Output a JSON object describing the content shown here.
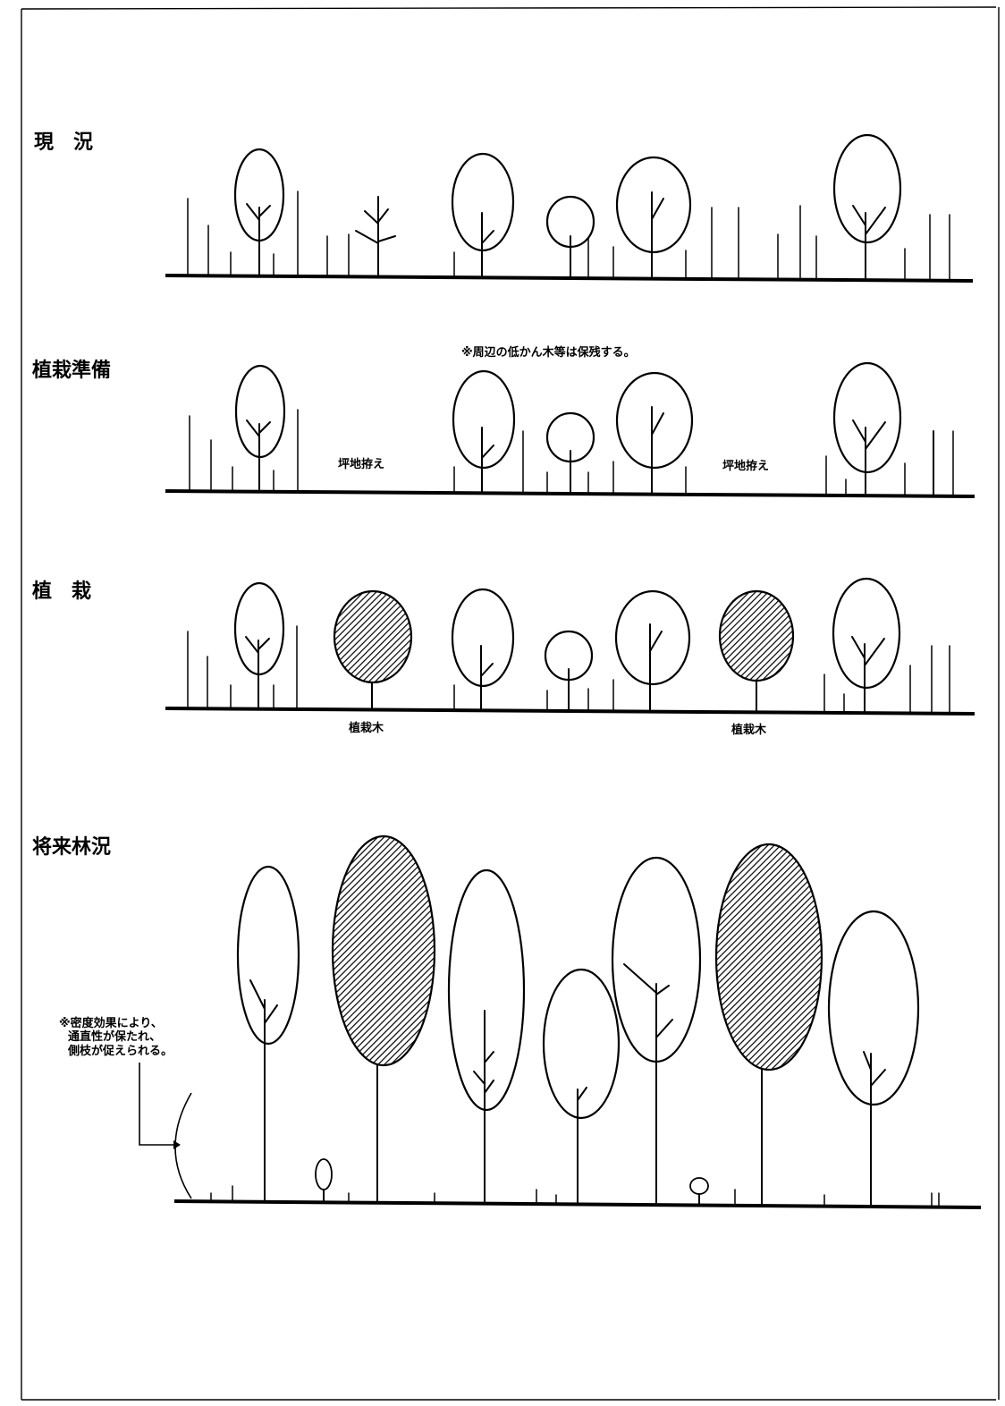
{
  "stages": [
    {
      "id": "current",
      "label": "現　況"
    },
    {
      "id": "prep",
      "label": "植栽準備"
    },
    {
      "id": "planting",
      "label": "植　栽"
    },
    {
      "id": "future",
      "label": "将来林況"
    }
  ],
  "notes": {
    "preserve_shrubs": "※周辺の低かん木等は保残する。",
    "ground_prep_left": "坪地拵え",
    "ground_prep_right": "坪地拵え",
    "planted_tree_left": "植栽木",
    "planted_tree_right": "植栽木",
    "density_effect": [
      "※密度効果により、",
      "通直性が保たれ、",
      "側枝が促えられる。"
    ]
  },
  "colors": {
    "ink": "#000000",
    "paper": "#ffffff"
  }
}
